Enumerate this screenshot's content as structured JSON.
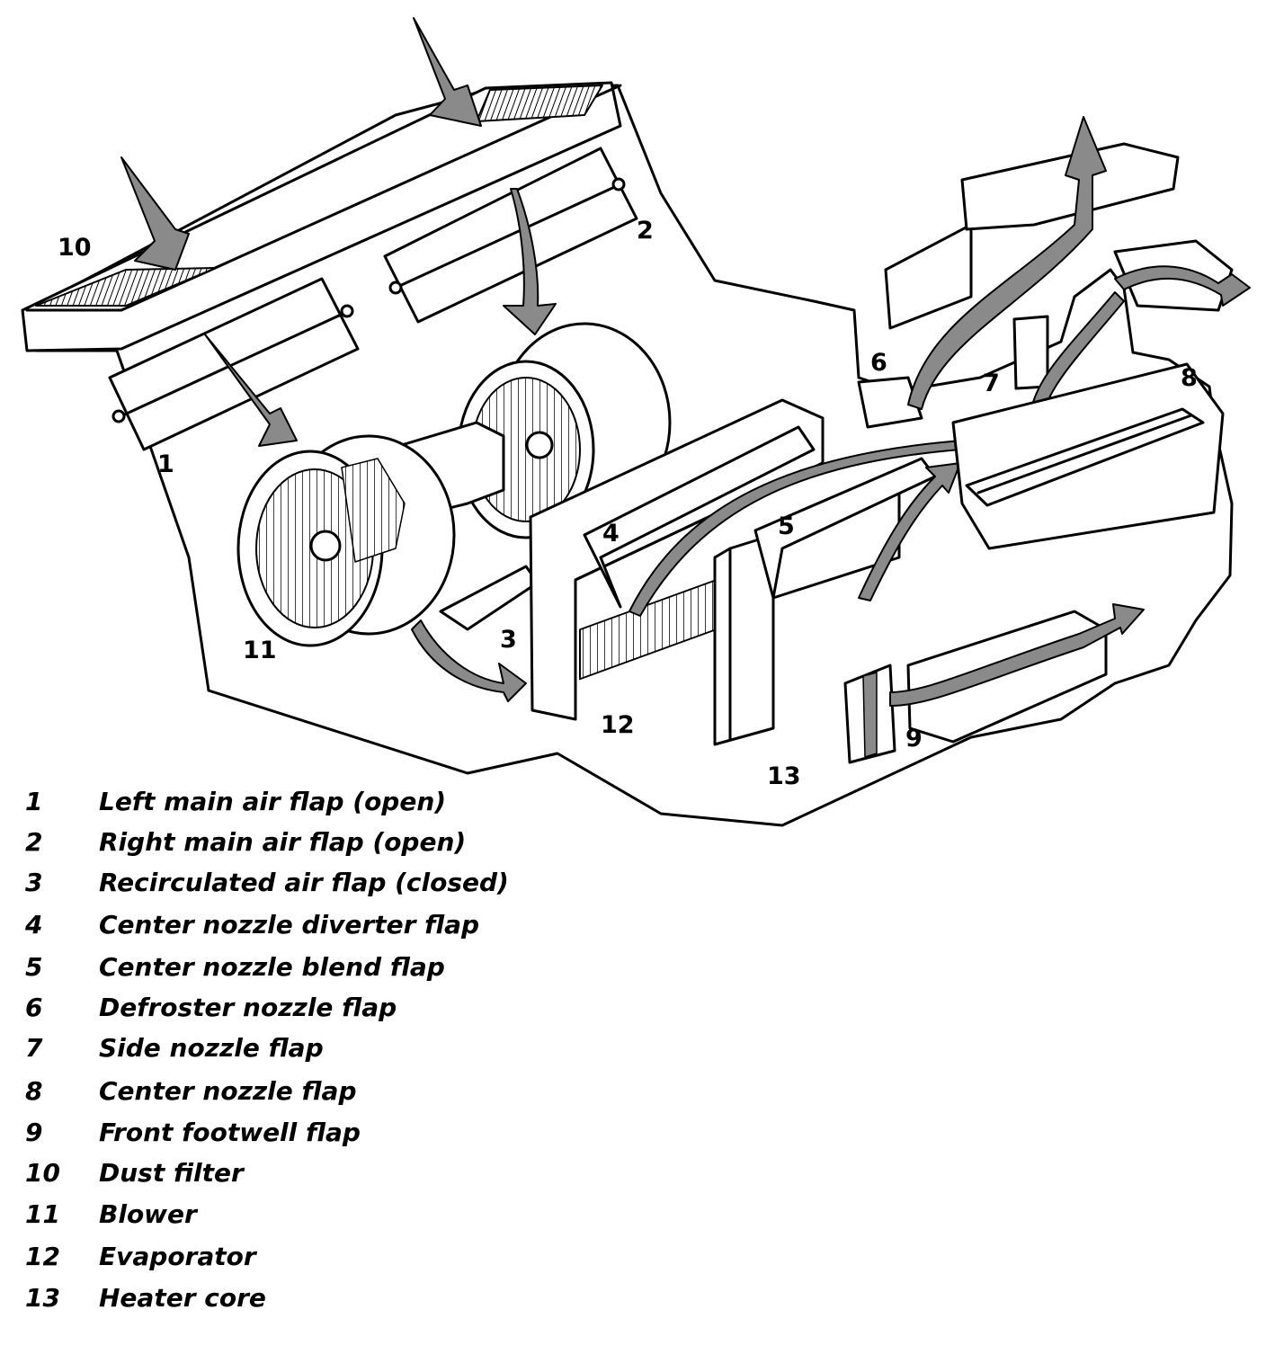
{
  "colors": {
    "line": "#000000",
    "fill": "#ffffff",
    "shade": "#7a7a7a",
    "dark_shade": "#444444"
  },
  "callouts": [
    "1",
    "2",
    "3",
    "4",
    "5",
    "6",
    "7",
    "8",
    "9",
    "10",
    "11",
    "12",
    "13"
  ],
  "legend": [
    {
      "num": "1",
      "text": "Left main air flap (open)"
    },
    {
      "num": "2",
      "text": "Right main air flap (open)"
    },
    {
      "num": "3",
      "text": "Recirculated air flap (closed)"
    },
    {
      "num": "4",
      "text": "Center nozzle diverter flap"
    },
    {
      "num": "5",
      "text": "Center nozzle blend flap"
    },
    {
      "num": "6",
      "text": "Defroster nozzle flap"
    },
    {
      "num": "7",
      "text": "Side nozzle flap"
    },
    {
      "num": "8",
      "text": "Center nozzle flap"
    },
    {
      "num": "9",
      "text": "Front footwell flap"
    },
    {
      "num": "10",
      "text": "Dust filter"
    },
    {
      "num": "11",
      "text": "Blower"
    },
    {
      "num": "12",
      "text": "Evaporator"
    },
    {
      "num": "13",
      "text": "Heater core"
    }
  ]
}
